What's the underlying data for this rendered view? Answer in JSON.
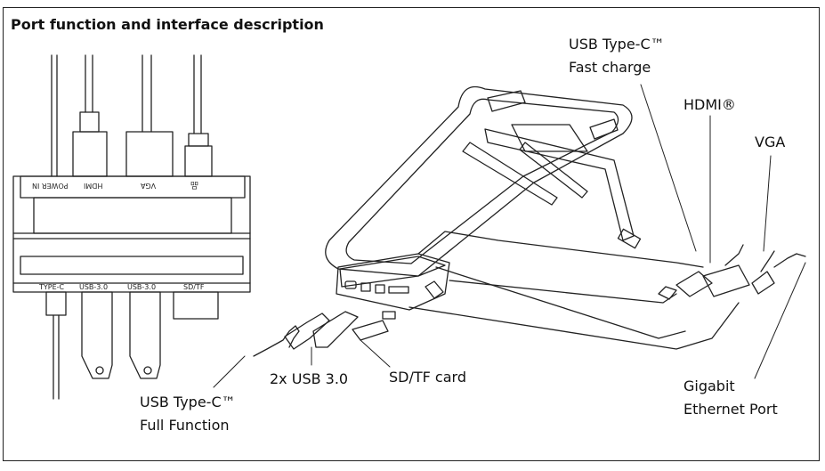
{
  "title": "Port function and interface description",
  "hub_top_ports": [
    {
      "label": "POWER IN",
      "icon": "power-in-port-icon"
    },
    {
      "label": "HDMI",
      "icon": "hdmi-port-icon"
    },
    {
      "label": "VGA",
      "icon": "vga-port-icon"
    },
    {
      "label": "",
      "icon": "ethernet-port-icon"
    }
  ],
  "hub_bottom_ports": [
    {
      "label": "TYPE-C"
    },
    {
      "label": "USB-3.0"
    },
    {
      "label": "USB-3.0"
    },
    {
      "label": "SD/TF"
    }
  ],
  "callouts": {
    "usbc_fast": [
      "USB Type-C™",
      "Fast charge"
    ],
    "hdmi": "HDMI®",
    "vga": "VGA",
    "ethernet": [
      "Gigabit",
      "Ethernet Port"
    ],
    "usbc_full": [
      "USB Type-C™",
      "Full Function"
    ],
    "usb3": "2x USB 3.0",
    "sdtf": "SD/TF card"
  },
  "colors": {
    "line": "#222222",
    "background": "#ffffff"
  }
}
